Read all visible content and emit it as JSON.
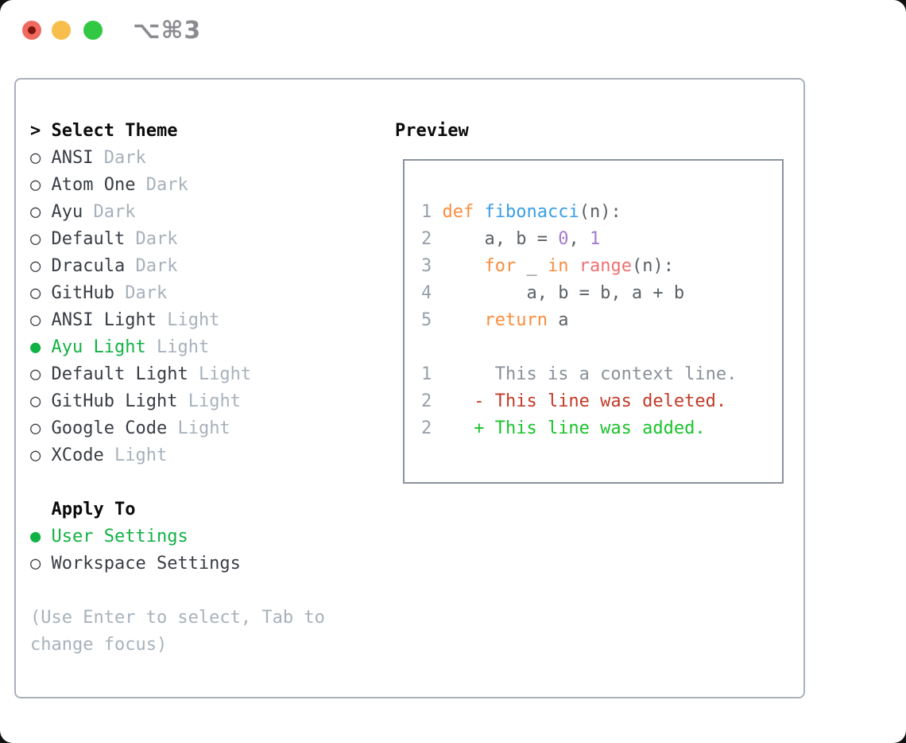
{
  "window": {
    "shortcut_label": "⌥⌘3"
  },
  "theme_panel": {
    "header_prefix": "> ",
    "header": "Select Theme",
    "bullet_unselected": "○",
    "bullet_selected": "●",
    "items": [
      {
        "name": "ANSI",
        "tag": "Dark",
        "selected": false
      },
      {
        "name": "Atom One",
        "tag": "Dark",
        "selected": false
      },
      {
        "name": "Ayu",
        "tag": "Dark",
        "selected": false
      },
      {
        "name": "Default",
        "tag": "Dark",
        "selected": false
      },
      {
        "name": "Dracula",
        "tag": "Dark",
        "selected": false
      },
      {
        "name": "GitHub",
        "tag": "Dark",
        "selected": false
      },
      {
        "name": "ANSI Light",
        "tag": "Light",
        "selected": false
      },
      {
        "name": "Ayu Light",
        "tag": "Light",
        "selected": true
      },
      {
        "name": "Default Light",
        "tag": "Light",
        "selected": false
      },
      {
        "name": "GitHub Light",
        "tag": "Light",
        "selected": false
      },
      {
        "name": "Google Code",
        "tag": "Light",
        "selected": false
      },
      {
        "name": "XCode",
        "tag": "Light",
        "selected": false
      }
    ]
  },
  "apply_panel": {
    "header": "Apply To",
    "items": [
      {
        "label": "User Settings",
        "selected": true
      },
      {
        "label": "Workspace Settings",
        "selected": false
      }
    ]
  },
  "hint": {
    "line1": "(Use Enter to select, Tab to",
    "line2": "change focus)"
  },
  "preview": {
    "header": "Preview",
    "lines": [
      [
        {
          "t": "1 ",
          "c": "ln"
        },
        {
          "t": "def ",
          "c": "kw"
        },
        {
          "t": "fibonacci",
          "c": "fn"
        },
        {
          "t": "(n):",
          "c": "tx"
        }
      ],
      [
        {
          "t": "2 ",
          "c": "ln"
        },
        {
          "t": "    a, b = ",
          "c": "tx"
        },
        {
          "t": "0",
          "c": "pu"
        },
        {
          "t": ", ",
          "c": "tx"
        },
        {
          "t": "1",
          "c": "pu"
        }
      ],
      [
        {
          "t": "3 ",
          "c": "ln"
        },
        {
          "t": "    ",
          "c": "tx"
        },
        {
          "t": "for",
          "c": "kw"
        },
        {
          "t": " _ ",
          "c": "tx"
        },
        {
          "t": "in",
          "c": "kw"
        },
        {
          "t": " ",
          "c": "tx"
        },
        {
          "t": "range",
          "c": "co"
        },
        {
          "t": "(n):",
          "c": "tx"
        }
      ],
      [
        {
          "t": "4 ",
          "c": "ln"
        },
        {
          "t": "        a, b = b, a + b",
          "c": "tx"
        }
      ],
      [
        {
          "t": "5 ",
          "c": "ln"
        },
        {
          "t": "    ",
          "c": "tx"
        },
        {
          "t": "return",
          "c": "kw"
        },
        {
          "t": " a",
          "c": "tx"
        }
      ],
      [],
      [
        {
          "t": "1",
          "c": "ln"
        },
        {
          "t": "      This is a context line.",
          "c": "ctx"
        }
      ],
      [
        {
          "t": "2",
          "c": "ln"
        },
        {
          "t": "    - This line was deleted.",
          "c": "del"
        }
      ],
      [
        {
          "t": "2",
          "c": "ln"
        },
        {
          "t": "    + This line was added.",
          "c": "add"
        }
      ]
    ]
  },
  "colors": {
    "ln": "#97A0AB",
    "kw": "#FA8D3E",
    "fn": "#399EE6",
    "tx": "#5C6166",
    "pu": "#A37ACC",
    "co": "#F07171",
    "ctx": "#8A9199",
    "del": "#C23A27",
    "add": "#19C32A",
    "selected_green": "#10B244",
    "item": "#383D44",
    "tag": "#A8B1BB",
    "hint": "#A8B1BB",
    "header": "#0B0B0C",
    "box_border": "#AAB1BA",
    "preview_border": "#8A929B",
    "traffic_red": "#F16A5F",
    "traffic_red_dot": "#7C150D",
    "traffic_yellow": "#F7BE4B",
    "traffic_green": "#32C844",
    "shortcut": "#8B8B90"
  }
}
